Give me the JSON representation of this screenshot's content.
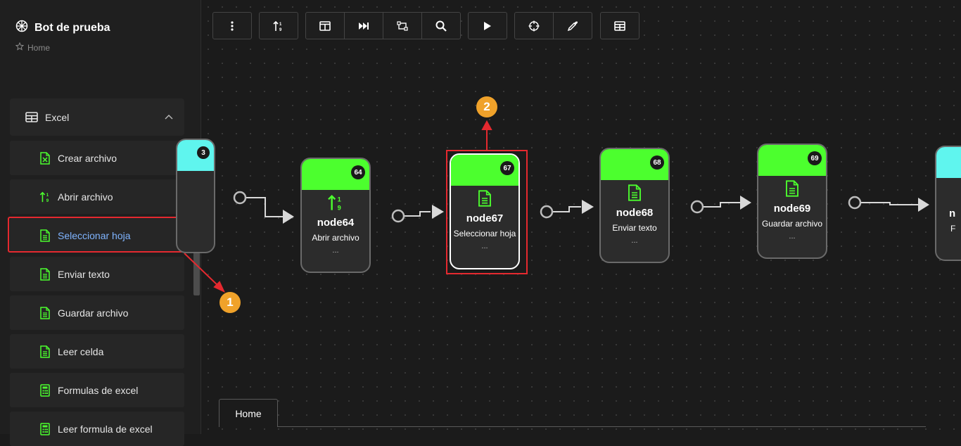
{
  "app": {
    "title": "Bot de prueba",
    "breadcrumb": "Home"
  },
  "sidebar": {
    "group": {
      "label": "Excel",
      "expanded": true
    },
    "items": [
      {
        "label": "Crear archivo",
        "icon": "excel-file-icon"
      },
      {
        "label": "Abrir archivo",
        "icon": "sort-numeric-icon"
      },
      {
        "label": "Seleccionar hoja",
        "icon": "document-icon",
        "active": true
      },
      {
        "label": "Enviar texto",
        "icon": "document-icon"
      },
      {
        "label": "Guardar archivo",
        "icon": "document-icon"
      },
      {
        "label": "Leer celda",
        "icon": "document-icon"
      },
      {
        "label": "Formulas de excel",
        "icon": "calculator-icon"
      },
      {
        "label": "Leer formula de excel",
        "icon": "calculator-icon"
      }
    ]
  },
  "toolbar": {
    "buttons": [
      "more-vertical-icon",
      "sort-icon",
      "layout-icon",
      "skip-forward-icon",
      "transform-icon",
      "search-icon",
      "play-icon",
      "crosshair-icon",
      "eyedropper-icon",
      "table-icon"
    ]
  },
  "nodes": [
    {
      "id": "3",
      "title": "",
      "subtitle": "",
      "color": "#5ff5ee"
    },
    {
      "id": "64",
      "title": "node64",
      "subtitle": "Abrir archivo",
      "dots": "...",
      "icon": "sort-numeric-icon"
    },
    {
      "id": "67",
      "title": "node67",
      "subtitle": "Seleccionar hoja",
      "dots": "...",
      "icon": "document-icon",
      "selected": true
    },
    {
      "id": "68",
      "title": "node68",
      "subtitle": "Enviar texto",
      "dots": "...",
      "icon": "document-icon"
    },
    {
      "id": "69",
      "title": "node69",
      "subtitle": "Guardar archivo",
      "dots": "...",
      "icon": "document-icon"
    },
    {
      "id": "",
      "title": "n",
      "subtitle": "F",
      "color": "#5ff5ee"
    }
  ],
  "callouts": [
    "1",
    "2"
  ],
  "tabs": [
    {
      "label": "Home"
    }
  ],
  "colors": {
    "accent_green": "#4cff2e",
    "accent_cyan": "#5ff5ee",
    "highlight_red": "#e5292f",
    "callout_orange": "#f0a22a",
    "active_link": "#7fb4ff"
  }
}
